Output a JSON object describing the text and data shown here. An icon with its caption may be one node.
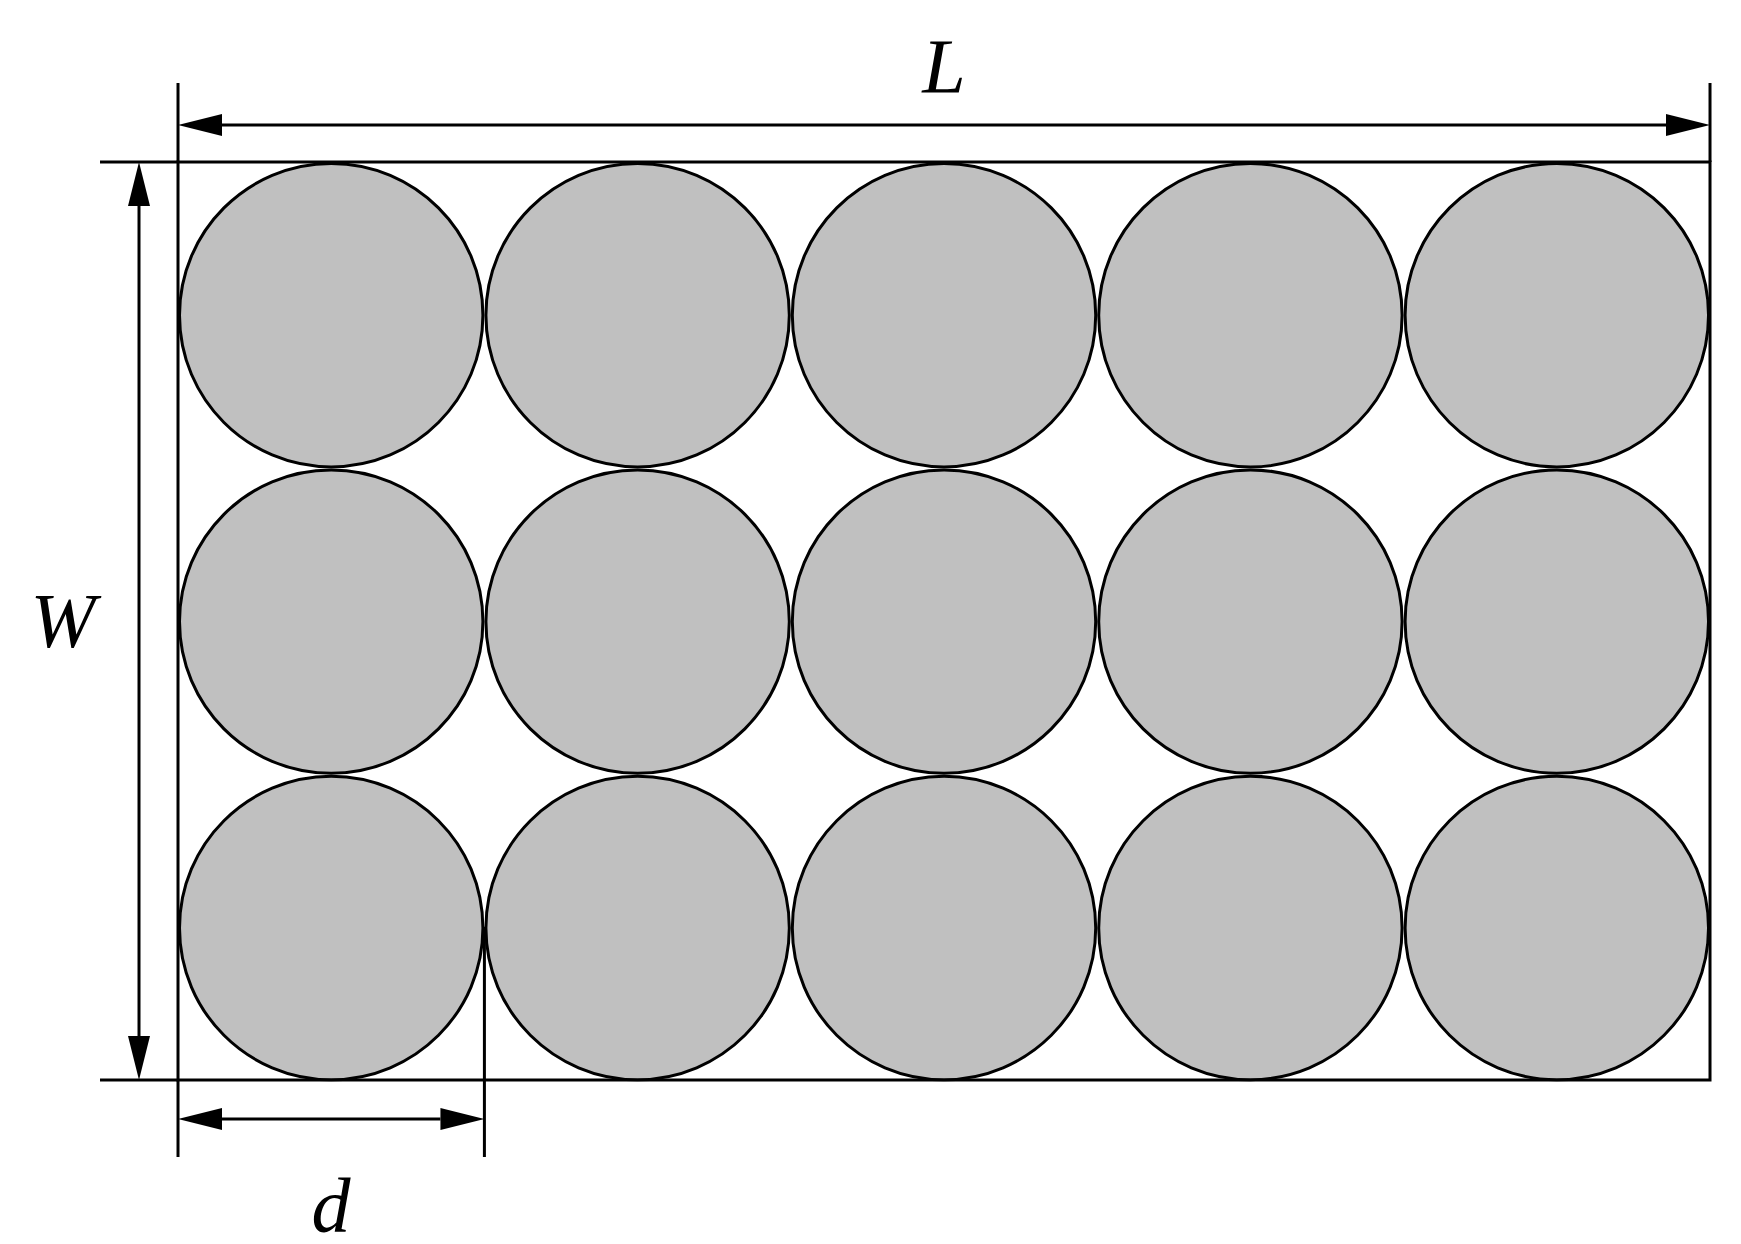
{
  "diagram": {
    "nodes": [
      {
        "text": [],
        "shape": "box"
      },
      {
        "text": [],
        "shape": "circle",
        "in": 0
      },
      {
        "text": [],
        "shape": "circle",
        "in": 0
      },
      {
        "text": [],
        "shape": "circle",
        "in": 0
      },
      {
        "text": [],
        "shape": "circle",
        "in": 0
      },
      {
        "text": [],
        "shape": "circle",
        "in": 0
      },
      {
        "text": [],
        "shape": "circle",
        "in": 0
      },
      {
        "text": [],
        "shape": "circle",
        "in": 0
      },
      {
        "text": [],
        "shape": "circle",
        "in": 0
      },
      {
        "text": [],
        "shape": "circle",
        "in": 0
      },
      {
        "text": [],
        "shape": "circle",
        "in": 0
      },
      {
        "text": [],
        "shape": "circle",
        "in": 0
      },
      {
        "text": [],
        "shape": "circle",
        "in": 0
      },
      {
        "text": [],
        "shape": "circle",
        "in": 0
      },
      {
        "text": [],
        "shape": "circle",
        "in": 0
      },
      {
        "text": [],
        "shape": "circle",
        "in": 0
      }
    ],
    "labels": [
      "L",
      "W",
      "d"
    ]
  }
}
